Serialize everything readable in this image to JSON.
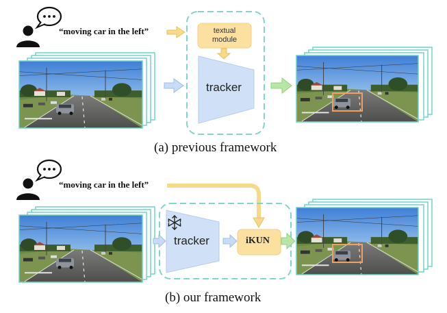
{
  "top": {
    "quote": "“moving car in the left”",
    "module_label": [
      "textual",
      "module"
    ],
    "tracker_label": "tracker",
    "caption": "(a) previous framework"
  },
  "bottom": {
    "quote": "“moving car in the left”",
    "tracker_label": "tracker",
    "ikun_label": "iKUN",
    "caption": "(b) our framework"
  },
  "colors": {
    "dashed_border": "#7fd6cc",
    "frame_border": "#6fd3c8",
    "module_fill": "#fbe0a0",
    "tracker_fill": "#cfe0f7",
    "arrow_yellow": "#f7d98a",
    "arrow_blue": "#c9dcf5",
    "arrow_green": "#b8e6a8",
    "bbox_orange": "#f0a060"
  },
  "icons": [
    "speech-bubble-icon",
    "person-icon",
    "snowflake-icon"
  ]
}
